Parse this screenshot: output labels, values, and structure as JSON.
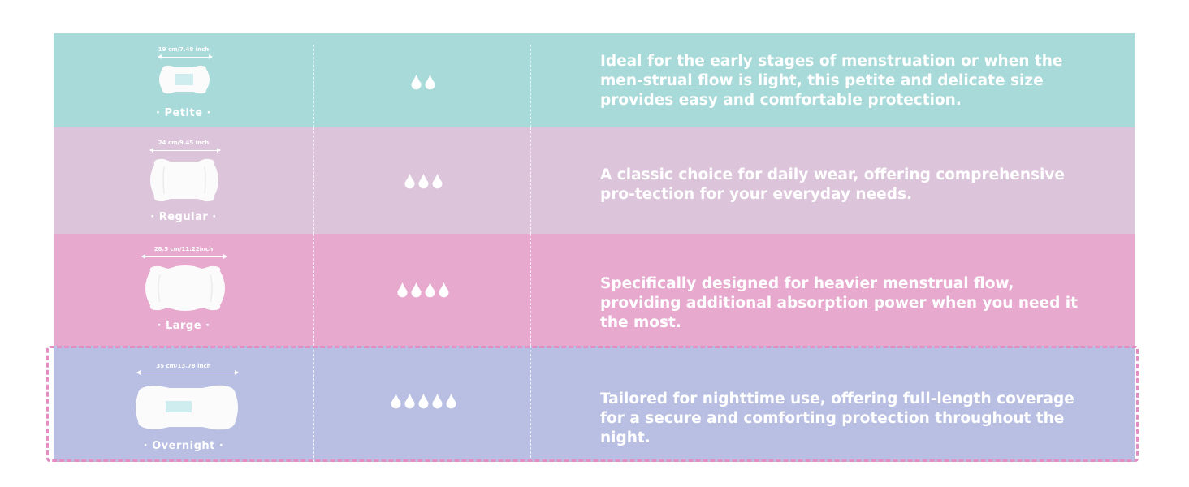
{
  "rows": [
    {
      "name": "· Petite ·",
      "dimension": "19 cm/7.48 inch",
      "drops": 2,
      "color": "#a8dad9",
      "description": "Ideal for the early stages of menstruation or when the men-strual flow is light, this petite and delicate size provides easy and comfortable protection."
    },
    {
      "name": "· Regular ·",
      "dimension": "24 cm/9.45 inch",
      "drops": 3,
      "color": "#dcc5da",
      "description": "A classic choice for daily wear, offering comprehensive pro-tection for your everyday needs."
    },
    {
      "name": "· Large ·",
      "dimension": "28.5 cm/11.22inch",
      "drops": 4,
      "color": "#e8a9cf",
      "description": "Specifically designed for heavier menstrual flow, providing additional absorption power when you need it the most."
    },
    {
      "name": "· Overnight ·",
      "dimension": "35 cm/13.78 inch",
      "drops": 5,
      "color": "#b8bfe2",
      "description": "Tailored for nighttime use, offering full-length coverage for a secure and comforting protection throughout the night."
    }
  ],
  "icons": {
    "drop": "water-drop-icon",
    "pad": "sanitary-pad-icon"
  },
  "highlight_color": "#e48dc3"
}
